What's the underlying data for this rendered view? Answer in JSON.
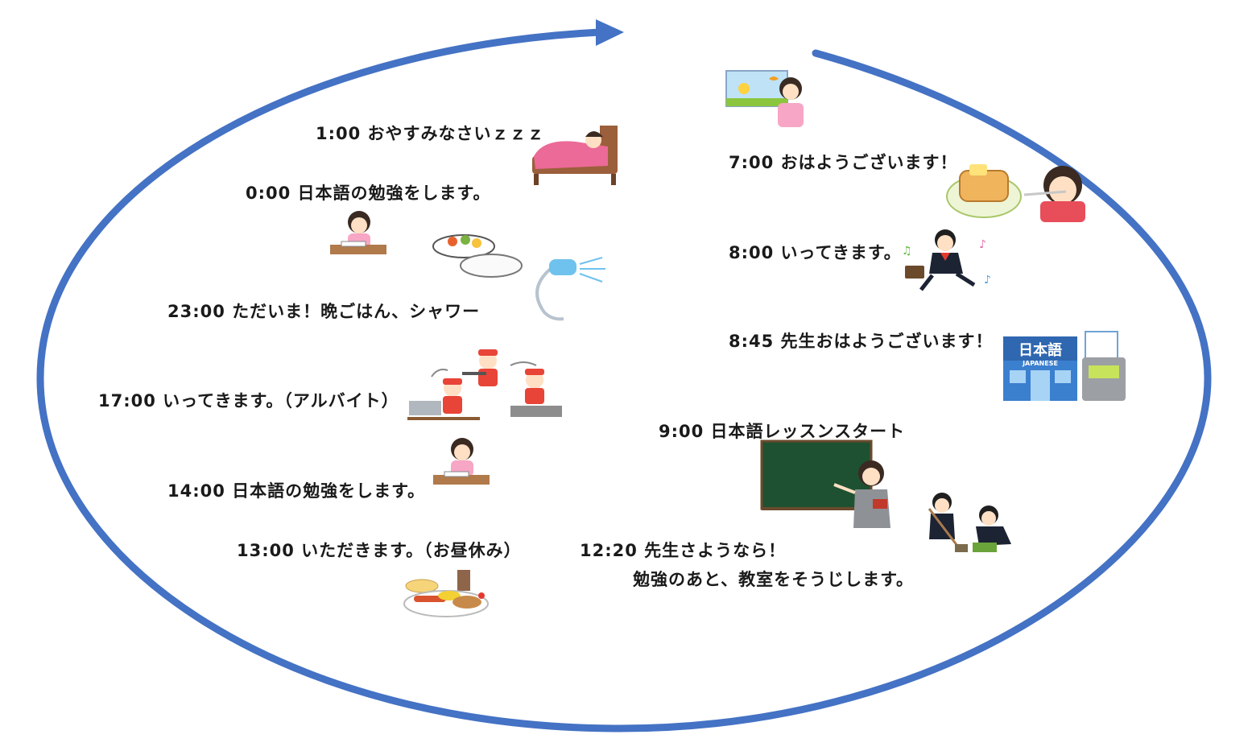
{
  "schedule": [
    {
      "time": "1:00",
      "text": "おやすみなさいｚｚｚ",
      "icon": "sleeping-in-bed-icon"
    },
    {
      "time": "0:00",
      "text": "日本語の勉強をします。",
      "icon": "studying-at-desk-icon"
    },
    {
      "time": "23:00",
      "text": "ただいま！晩ごはん、シャワー",
      "icon": "dinner-and-shower-icon"
    },
    {
      "time": "17:00",
      "text": "いってきます。（アルバイト）",
      "icon": "part-time-job-restaurant-icon"
    },
    {
      "time": "14:00",
      "text": "日本語の勉強をします。",
      "icon": "studying-at-desk-icon"
    },
    {
      "time": "13:00",
      "text": "いただきます。（お昼休み）",
      "icon": "lunch-plate-icon"
    },
    {
      "time": "12:20",
      "text": "先生さようなら！",
      "text2": "勉強のあと、教室をそうじします。",
      "icon": "students-cleaning-classroom-icon"
    },
    {
      "time": "9:00",
      "text": "日本語レッスンスタート",
      "icon": "teacher-at-blackboard-icon"
    },
    {
      "time": "8:45",
      "text": "先生おはようございます！",
      "icon": "japanese-school-and-time-card-icon"
    },
    {
      "time": "8:00",
      "text": "いってきます。",
      "icon": "student-walking-to-school-icon"
    },
    {
      "time": "7:00",
      "text": "おはようございます！",
      "icon": "breakfast-toast-and-toothbrush-icon"
    }
  ],
  "extra_icons": [
    "morning-sun-window-icon"
  ],
  "colors": {
    "cycle_arrow": "#4472c4",
    "text": "#1a1a1a"
  }
}
